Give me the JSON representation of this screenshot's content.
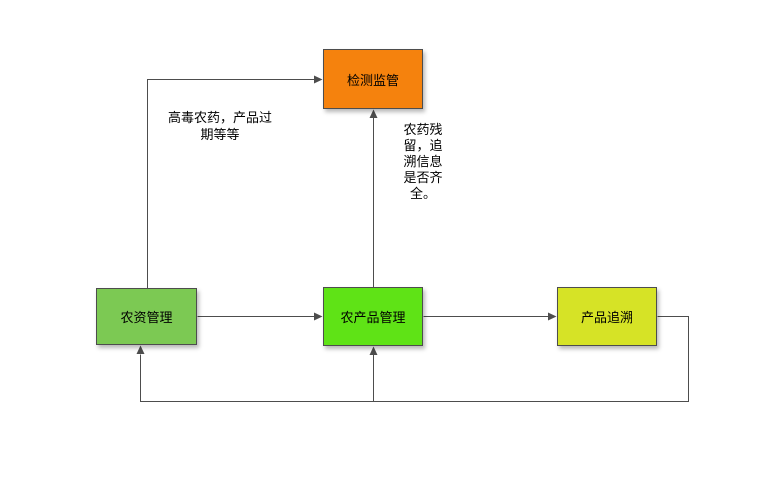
{
  "diagram": {
    "nodes": [
      {
        "id": "detection-supervision",
        "label": "检测监管",
        "fill": "#F5820D"
      },
      {
        "id": "agri-materials-management",
        "label": "农资管理",
        "fill": "#7CC953"
      },
      {
        "id": "agri-products-management",
        "label": "农产品管理",
        "fill": "#5FE316"
      },
      {
        "id": "product-traceability",
        "label": "产品追溯",
        "fill": "#D6E326"
      }
    ],
    "edge_labels": [
      {
        "id": "toxic-pesticide-note",
        "text": "高毒农药，产品过期等等",
        "lines": [
          "高毒农药，产品过",
          "期等等"
        ]
      },
      {
        "id": "residue-traceability-note",
        "text": "农药残留，追溯信息是否齐全。",
        "lines": [
          "农药残",
          "留，追",
          "溯信息",
          "是否齐",
          "全。"
        ]
      }
    ],
    "colors": {
      "background": "#ffffff",
      "connector": "#4d4d4d",
      "node_border": "#4d4d4d",
      "text": "#000000"
    }
  }
}
